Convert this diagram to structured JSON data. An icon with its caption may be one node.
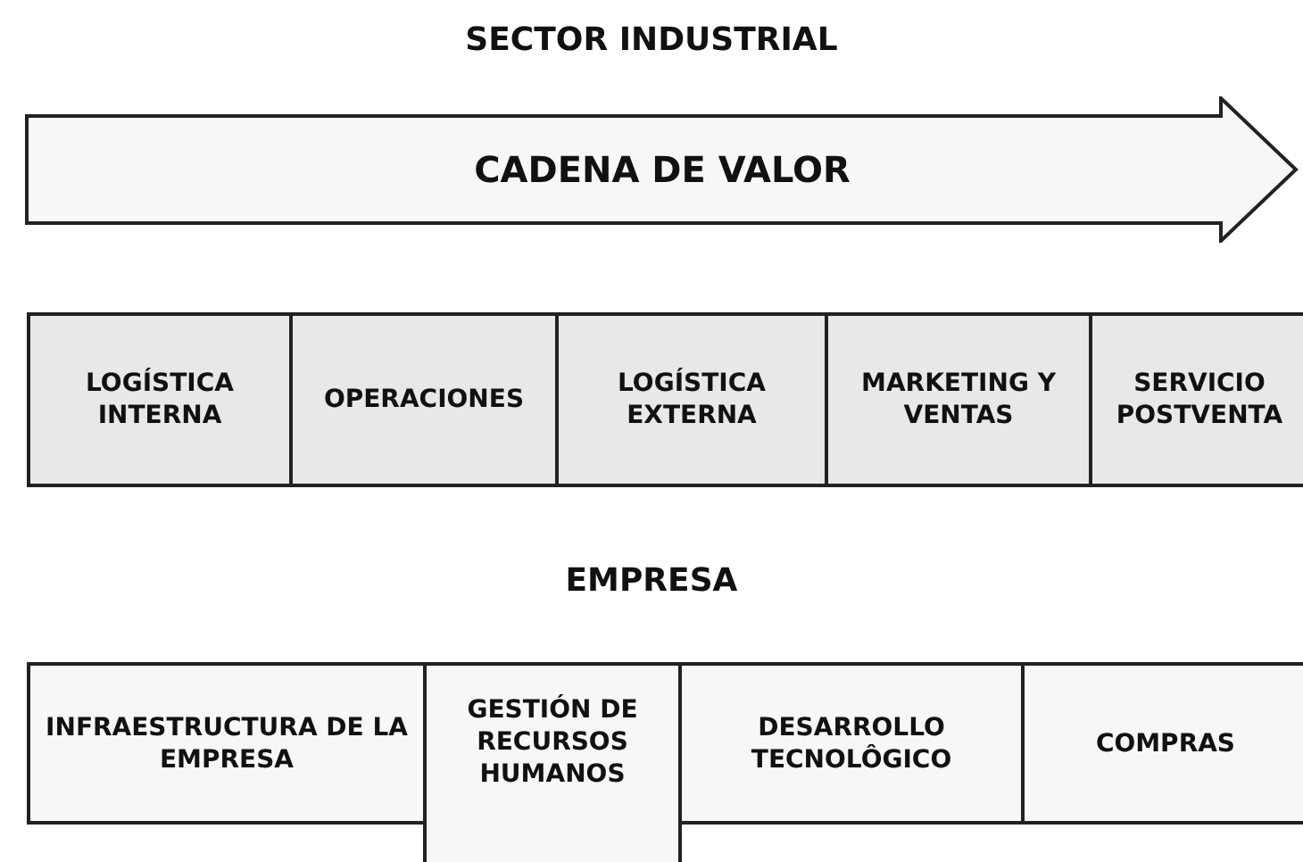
{
  "diagram": {
    "title": "SECTOR INDUSTRIAL",
    "nodes": [
      {
        "text": [
          "CADENA DE VALOR"
        ]
      },
      {
        "text": [
          "LOGÍSTICA INTERNA"
        ]
      },
      {
        "text": [
          "OPERACIONES"
        ]
      },
      {
        "text": [
          "LOGÍSTICA EXTERNA"
        ]
      },
      {
        "text": [
          "MARKETING Y VENTAS"
        ]
      },
      {
        "text": [
          "SERVICIO POSTVENTA"
        ]
      },
      {
        "text": [
          "INFRAESTRUCTURA DE LA EMPRESA"
        ]
      },
      {
        "text": [
          "GESTIÓN DE RECURSOS HUMANOS"
        ]
      },
      {
        "text": [
          "DESARROLLO TECNOLÔGICO"
        ]
      },
      {
        "text": [
          "COMPRAS"
        ]
      }
    ],
    "labels": [
      "EMPRESA"
    ]
  }
}
